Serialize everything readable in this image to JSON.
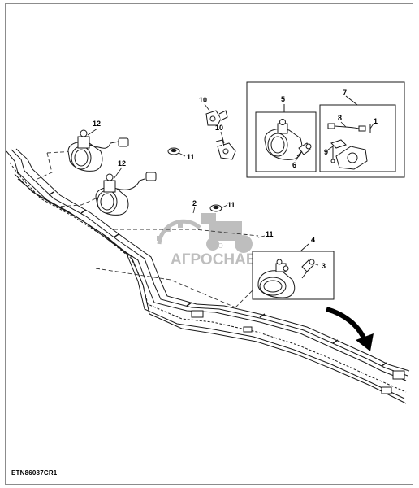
{
  "figure_code": "ETN86087CR1",
  "callouts": {
    "c1": "1",
    "c2": "2",
    "c3": "3",
    "c4": "4",
    "c5": "5",
    "c6": "6",
    "c7": "7",
    "c8": "8",
    "c9": "9",
    "c10a": "10",
    "c10b": "10",
    "c11a": "11",
    "c11b": "11",
    "c11c": "11",
    "c12a": "12",
    "c12b": "12"
  },
  "watermark": {
    "prefix": "ООО",
    "name": "АГРОСНАБ"
  },
  "colors": {
    "line": "#1a1a1a",
    "dash": "#333333",
    "watermark": "#8a8a8a",
    "frame": "#8c8c8c"
  }
}
